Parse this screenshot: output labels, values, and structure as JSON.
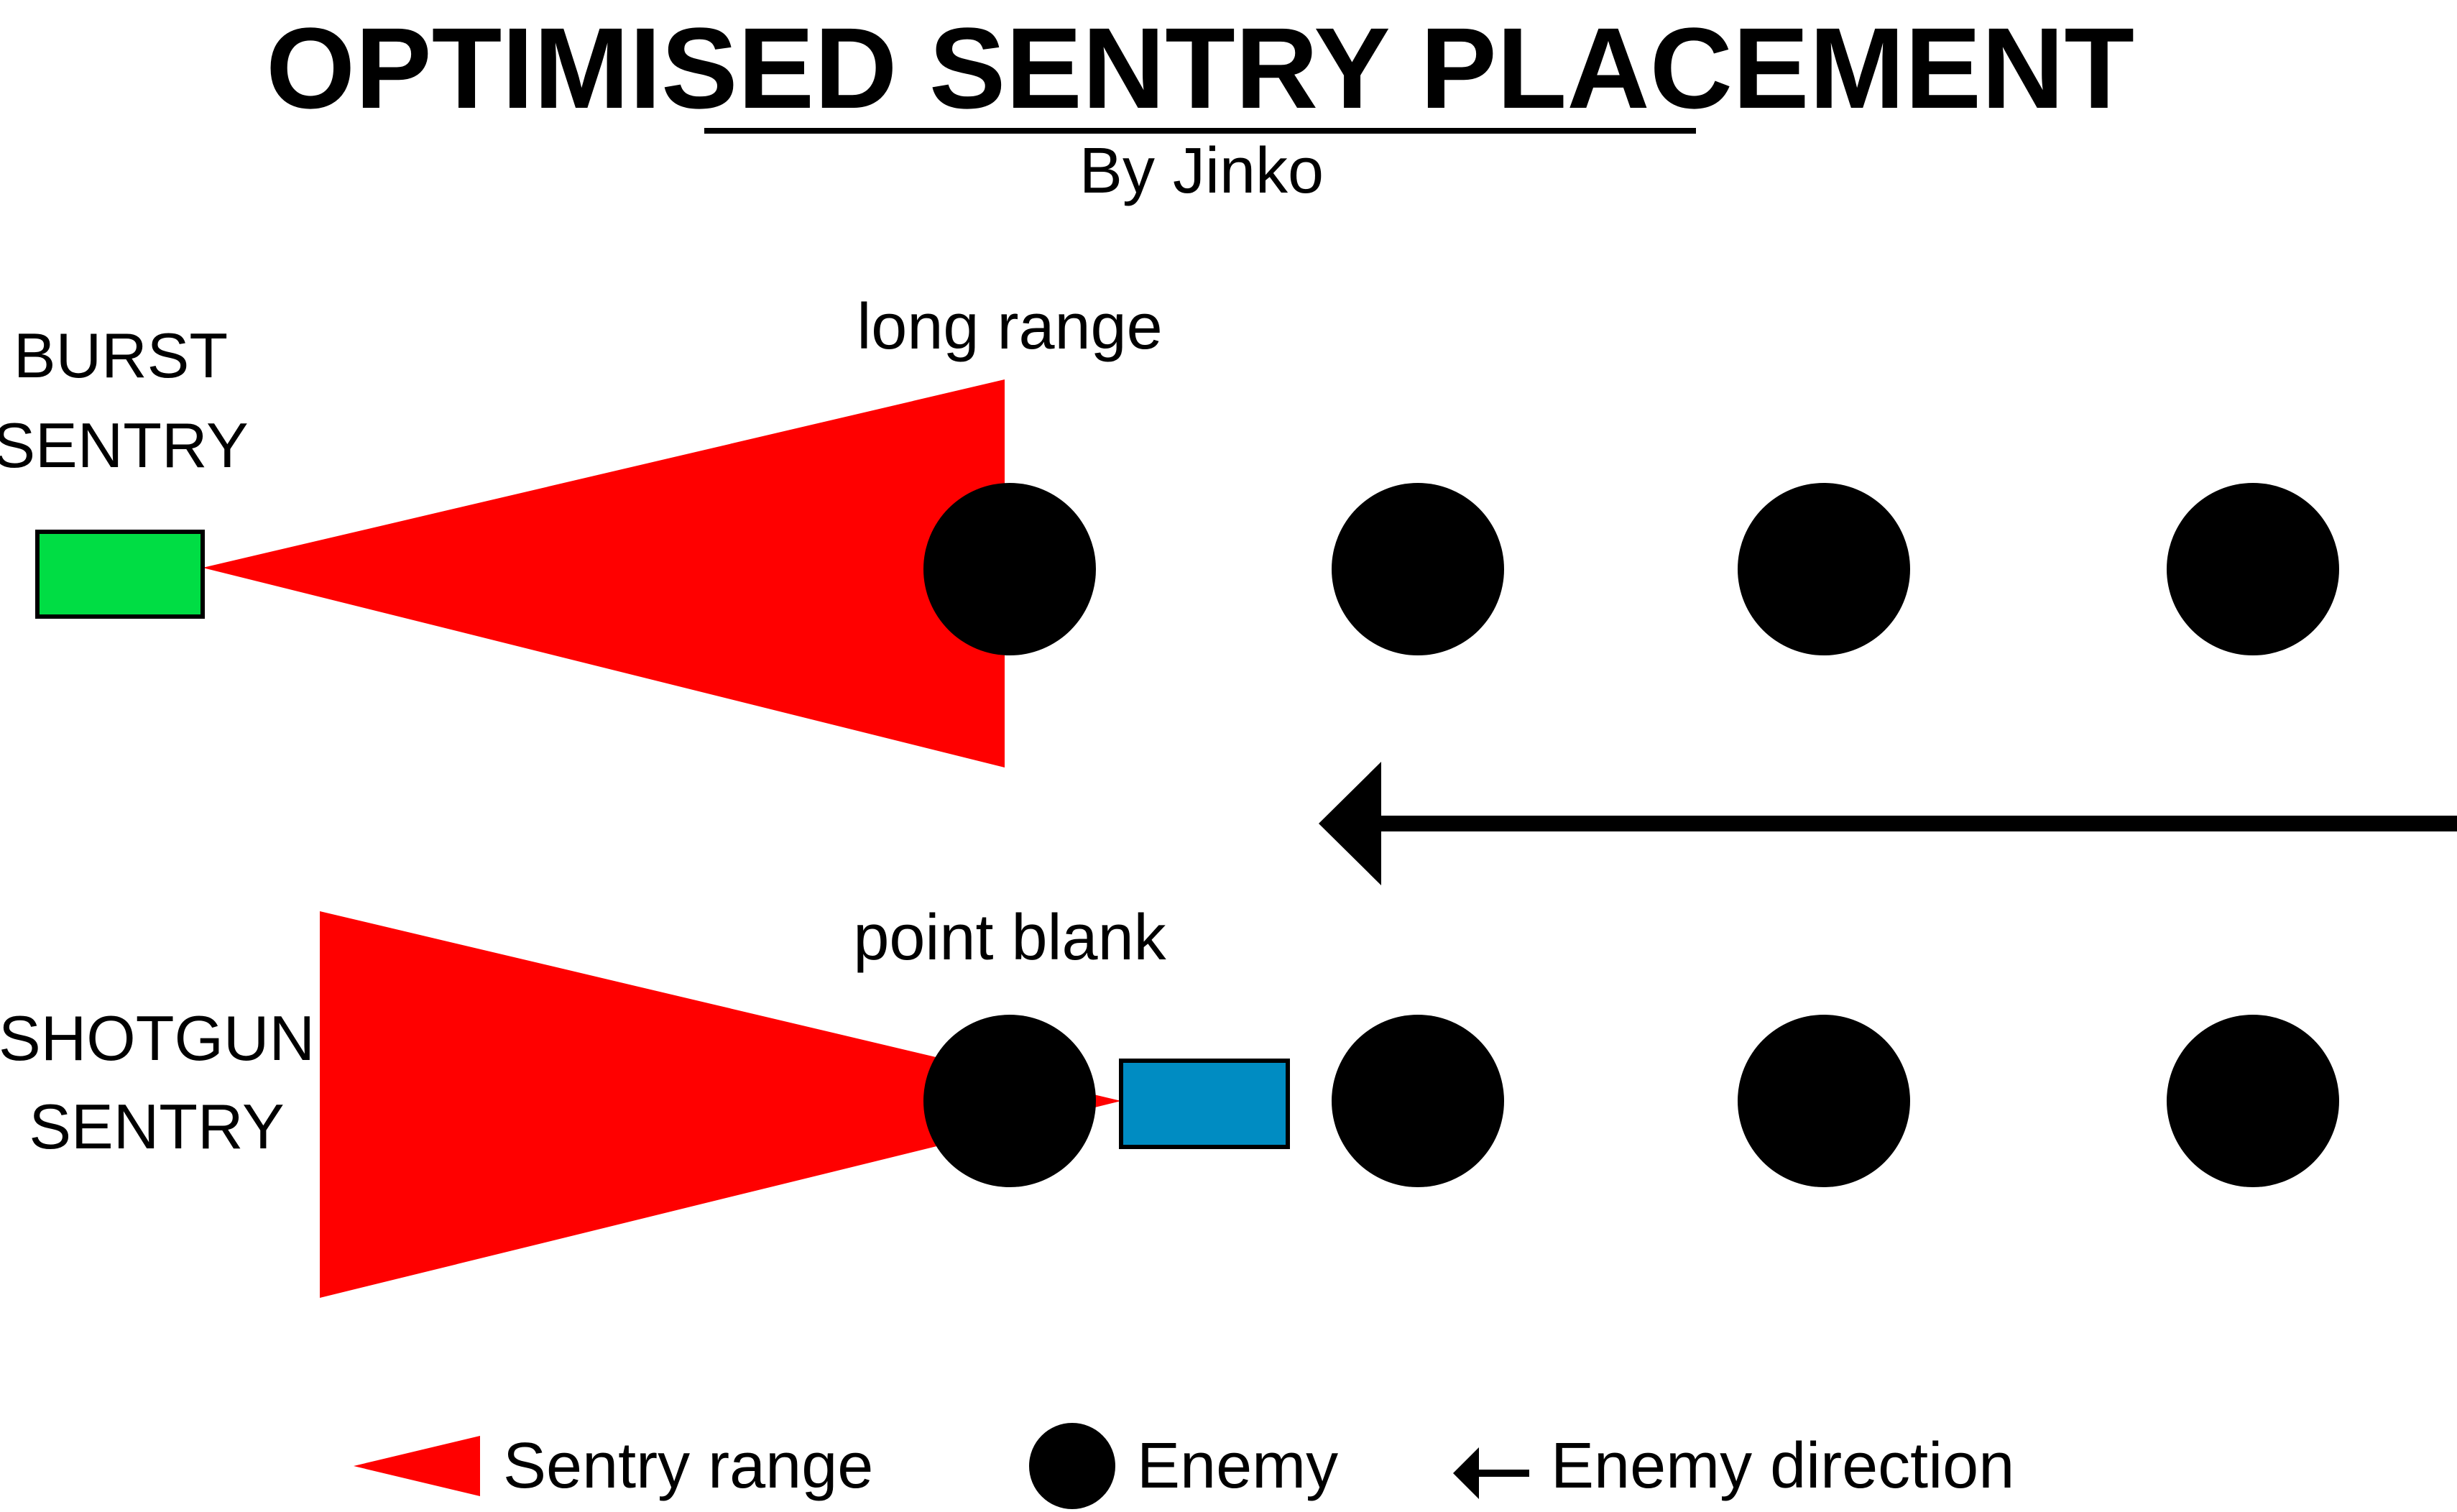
{
  "title": "OPTIMISED SENTRY PLACEMENT",
  "byline": "By Jinko",
  "burst": {
    "label_line1": "BURST",
    "label_line2": "SENTRY",
    "range_label": "long range",
    "color": "#00dd44"
  },
  "shotgun": {
    "label_line1": "SHOTGUN",
    "label_line2": "SENTRY",
    "range_label": "point blank",
    "color": "#008cc2"
  },
  "legend": {
    "sentry_range": "Sentry range",
    "enemy": "Enemy",
    "enemy_direction": "Enemy direction"
  },
  "colors": {
    "range": "#ff0000",
    "enemy": "#000000",
    "arrow": "#000000"
  }
}
